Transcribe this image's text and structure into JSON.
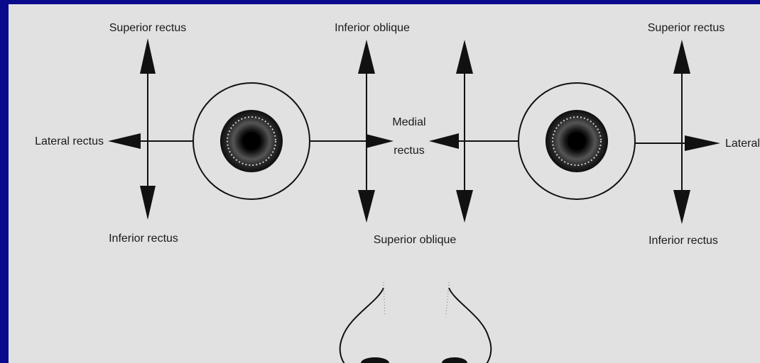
{
  "labels": {
    "left_superior_rectus": "Superior rectus",
    "left_inferior_rectus": "Inferior rectus",
    "left_lateral_rectus": "Lateral rectus",
    "inferior_oblique": "Inferior oblique",
    "superior_oblique": "Superior oblique",
    "medial_line1": "Medial",
    "medial_line2": "rectus",
    "right_superior_rectus": "Superior rectus",
    "right_inferior_rectus": "Inferior rectus",
    "right_lateral_rectus": "Lateral"
  },
  "colors": {
    "slide_background": "#0a0a8c",
    "diagram_background": "#e1e1e1",
    "ink": "#111111"
  }
}
